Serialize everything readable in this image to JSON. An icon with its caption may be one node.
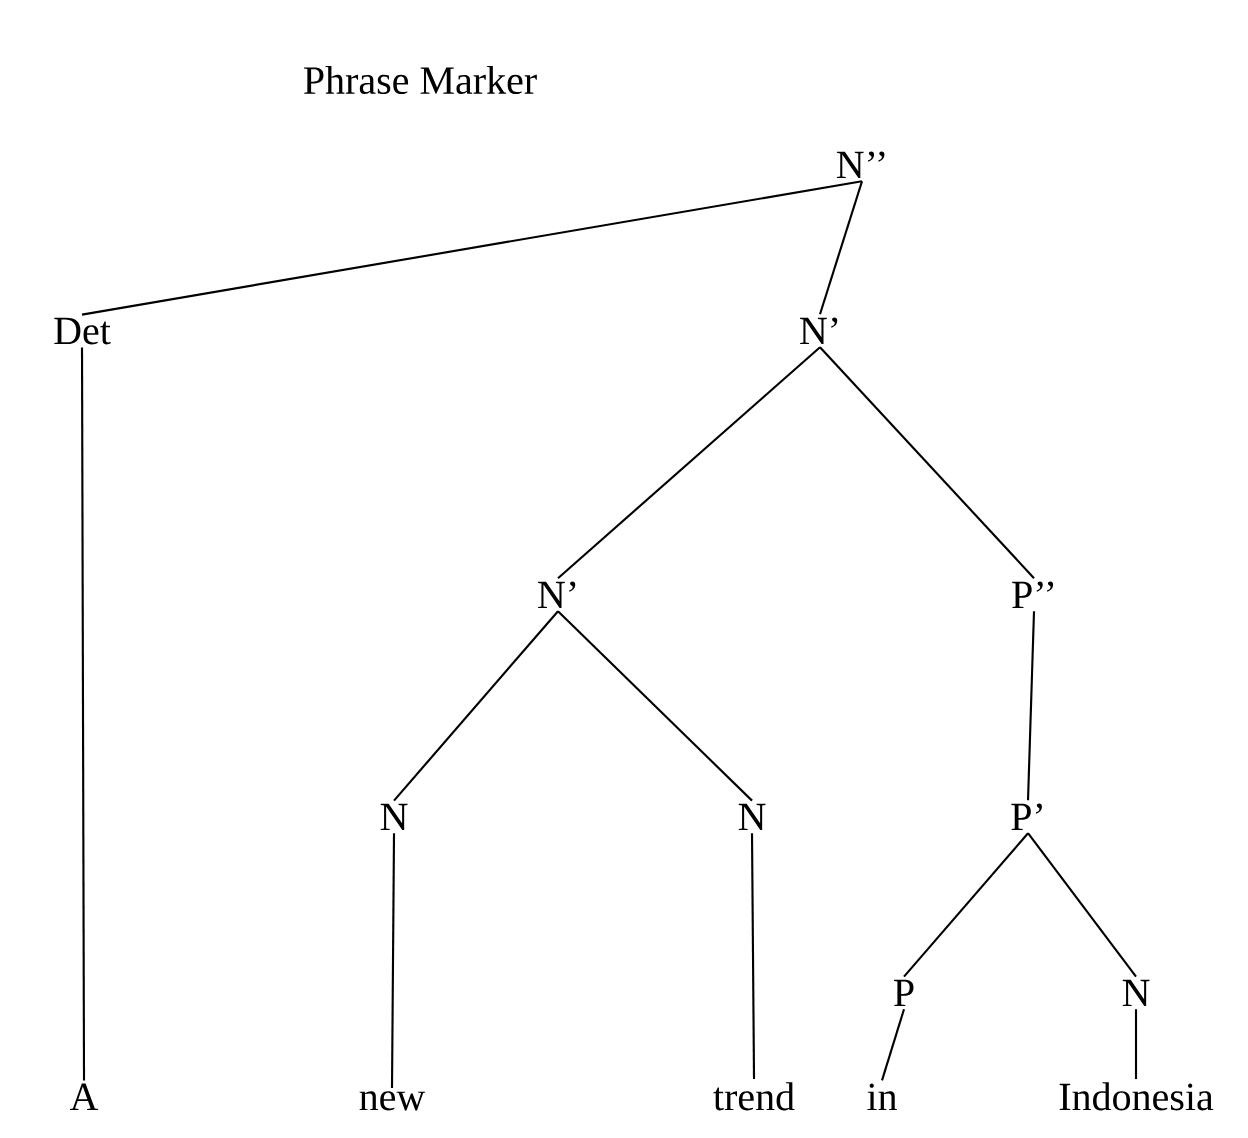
{
  "diagram": {
    "title": "Phrase Marker",
    "nodes": [
      {
        "text": [
          "N’’"
        ]
      },
      {
        "text": [
          "Det"
        ]
      },
      {
        "text": [
          "N’"
        ]
      },
      {
        "text": [
          "N’"
        ]
      },
      {
        "text": [
          "P’’"
        ]
      },
      {
        "text": [
          "N"
        ]
      },
      {
        "text": [
          "N"
        ]
      },
      {
        "text": [
          "P’"
        ]
      },
      {
        "text": [
          "P"
        ]
      },
      {
        "text": [
          "N"
        ]
      },
      {
        "text": [
          "A"
        ]
      },
      {
        "text": [
          "new"
        ]
      },
      {
        "text": [
          "trend"
        ]
      },
      {
        "text": [
          "in"
        ]
      },
      {
        "text": [
          "Indonesia"
        ]
      }
    ],
    "edges": [
      {
        "from": 0,
        "to": 1,
        "arrow": "none"
      },
      {
        "from": 0,
        "to": 2,
        "arrow": "none"
      },
      {
        "from": 2,
        "to": 3,
        "arrow": "none"
      },
      {
        "from": 2,
        "to": 4,
        "arrow": "none"
      },
      {
        "from": 3,
        "to": 5,
        "arrow": "none"
      },
      {
        "from": 3,
        "to": 6,
        "arrow": "none"
      },
      {
        "from": 4,
        "to": 7,
        "arrow": "none"
      },
      {
        "from": 7,
        "to": 8,
        "arrow": "none"
      },
      {
        "from": 7,
        "to": 9,
        "arrow": "none"
      },
      {
        "from": 1,
        "to": 10,
        "arrow": "none"
      },
      {
        "from": 5,
        "to": 11,
        "arrow": "none"
      },
      {
        "from": 6,
        "to": 12,
        "arrow": "none"
      },
      {
        "from": 8,
        "to": 13,
        "arrow": "none"
      },
      {
        "from": 9,
        "to": 14,
        "arrow": "none"
      }
    ]
  }
}
